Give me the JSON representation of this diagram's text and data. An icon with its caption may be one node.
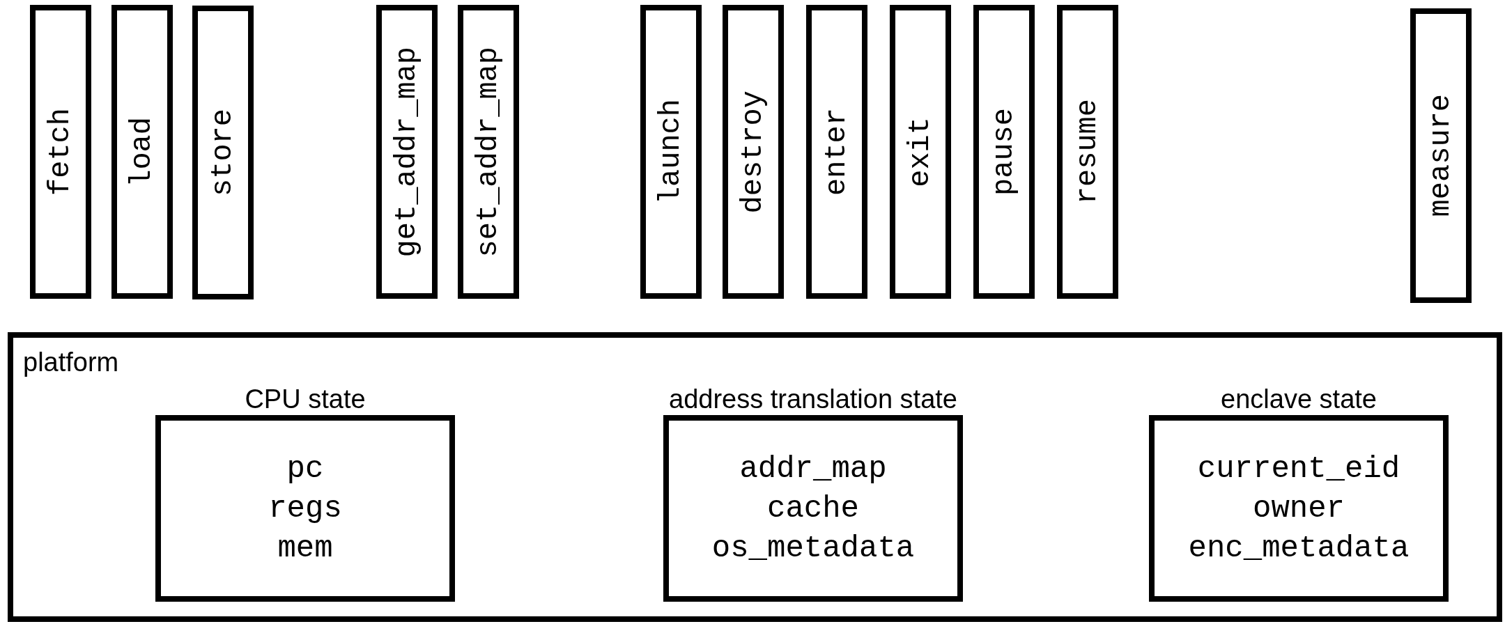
{
  "diagram": {
    "nodes": [
      {
        "text": [
          "fetch"
        ]
      },
      {
        "text": [
          "load"
        ]
      },
      {
        "text": [
          "store"
        ]
      },
      {
        "text": [
          "get_addr_map"
        ]
      },
      {
        "text": [
          "set_addr_map"
        ]
      },
      {
        "text": [
          "launch"
        ]
      },
      {
        "text": [
          "destroy"
        ]
      },
      {
        "text": [
          "enter"
        ]
      },
      {
        "text": [
          "exit"
        ]
      },
      {
        "text": [
          "pause"
        ]
      },
      {
        "text": [
          "resume"
        ]
      },
      {
        "text": [
          "measure"
        ]
      },
      {
        "text": [
          "platform"
        ]
      },
      {
        "text": [
          "CPU state",
          "pc",
          "regs",
          "mem"
        ],
        "in": 12
      },
      {
        "text": [
          "address translation state",
          "addr_map",
          "cache",
          "os_metadata"
        ],
        "in": 12
      },
      {
        "text": [
          "enclave state",
          "current_eid",
          "owner",
          "enc_metadata"
        ],
        "in": 12
      }
    ],
    "edges": []
  }
}
